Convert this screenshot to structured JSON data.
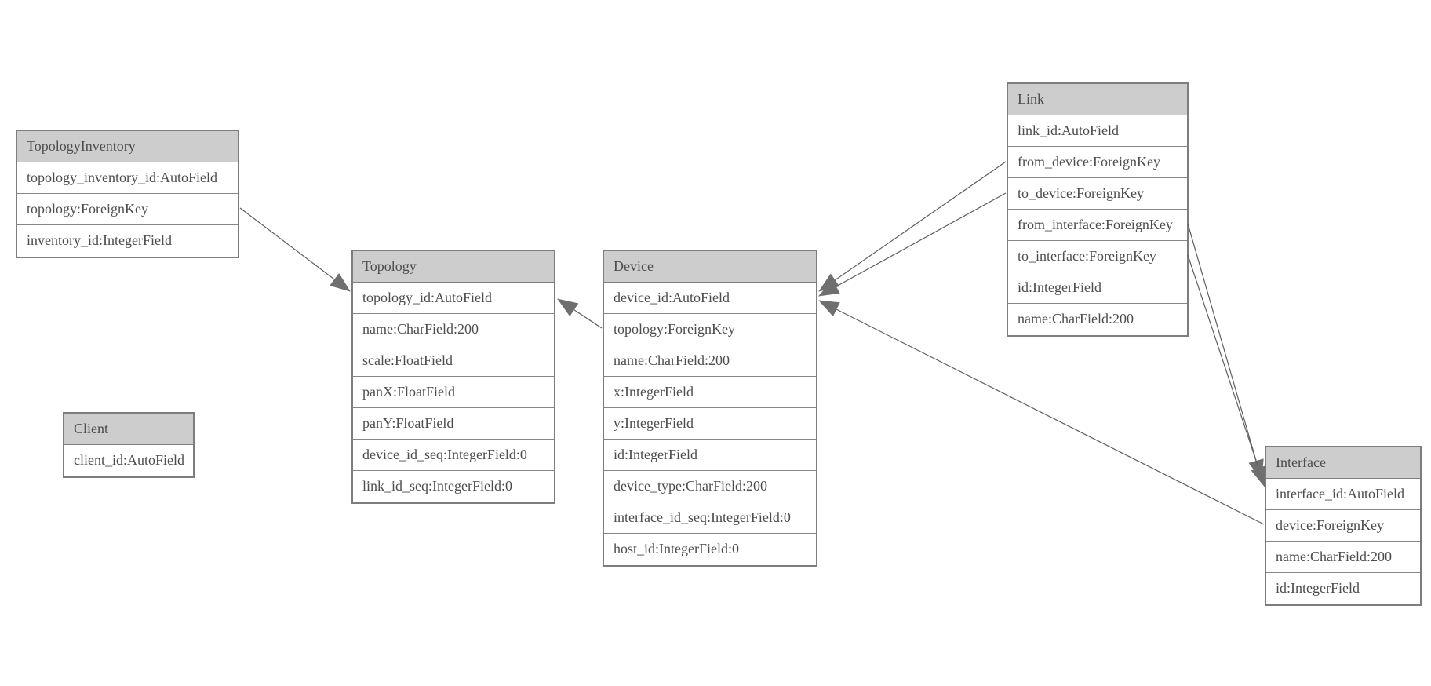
{
  "colors": {
    "background": "#ffffff",
    "header_bg": "#cdcdcd",
    "border": "#7d7d7d",
    "text": "#4d4d4d",
    "line": "#5f5f5f",
    "arrow": "#6f6f6f"
  },
  "diagram": {
    "entities": [
      {
        "name": "TopologyInventory",
        "fields": [
          "topology_inventory_id:AutoField",
          "topology:ForeignKey",
          "inventory_id:IntegerField"
        ]
      },
      {
        "name": "Topology",
        "fields": [
          "topology_id:AutoField",
          "name:CharField:200",
          "scale:FloatField",
          "panX:FloatField",
          "panY:FloatField",
          "device_id_seq:IntegerField:0",
          "link_id_seq:IntegerField:0"
        ]
      },
      {
        "name": "Client",
        "fields": [
          "client_id:AutoField"
        ]
      },
      {
        "name": "Device",
        "fields": [
          "device_id:AutoField",
          "topology:ForeignKey",
          "name:CharField:200",
          "x:IntegerField",
          "y:IntegerField",
          "id:IntegerField",
          "device_type:CharField:200",
          "interface_id_seq:IntegerField:0",
          "host_id:IntegerField:0"
        ]
      },
      {
        "name": "Link",
        "fields": [
          "link_id:AutoField",
          "from_device:ForeignKey",
          "to_device:ForeignKey",
          "from_interface:ForeignKey",
          "to_interface:ForeignKey",
          "id:IntegerField",
          "name:CharField:200"
        ]
      },
      {
        "name": "Interface",
        "fields": [
          "interface_id:AutoField",
          "device:ForeignKey",
          "name:CharField:200",
          "id:IntegerField"
        ]
      }
    ],
    "relations": [
      {
        "from": "TopologyInventory",
        "field": "topology",
        "to": "Topology"
      },
      {
        "from": "Device",
        "field": "topology",
        "to": "Topology"
      },
      {
        "from": "Link",
        "field": "from_device",
        "to": "Device"
      },
      {
        "from": "Link",
        "field": "to_device",
        "to": "Device"
      },
      {
        "from": "Interface",
        "field": "device",
        "to": "Device"
      },
      {
        "from": "Link",
        "field": "from_interface",
        "to": "Interface"
      },
      {
        "from": "Link",
        "field": "to_interface",
        "to": "Interface"
      }
    ]
  }
}
